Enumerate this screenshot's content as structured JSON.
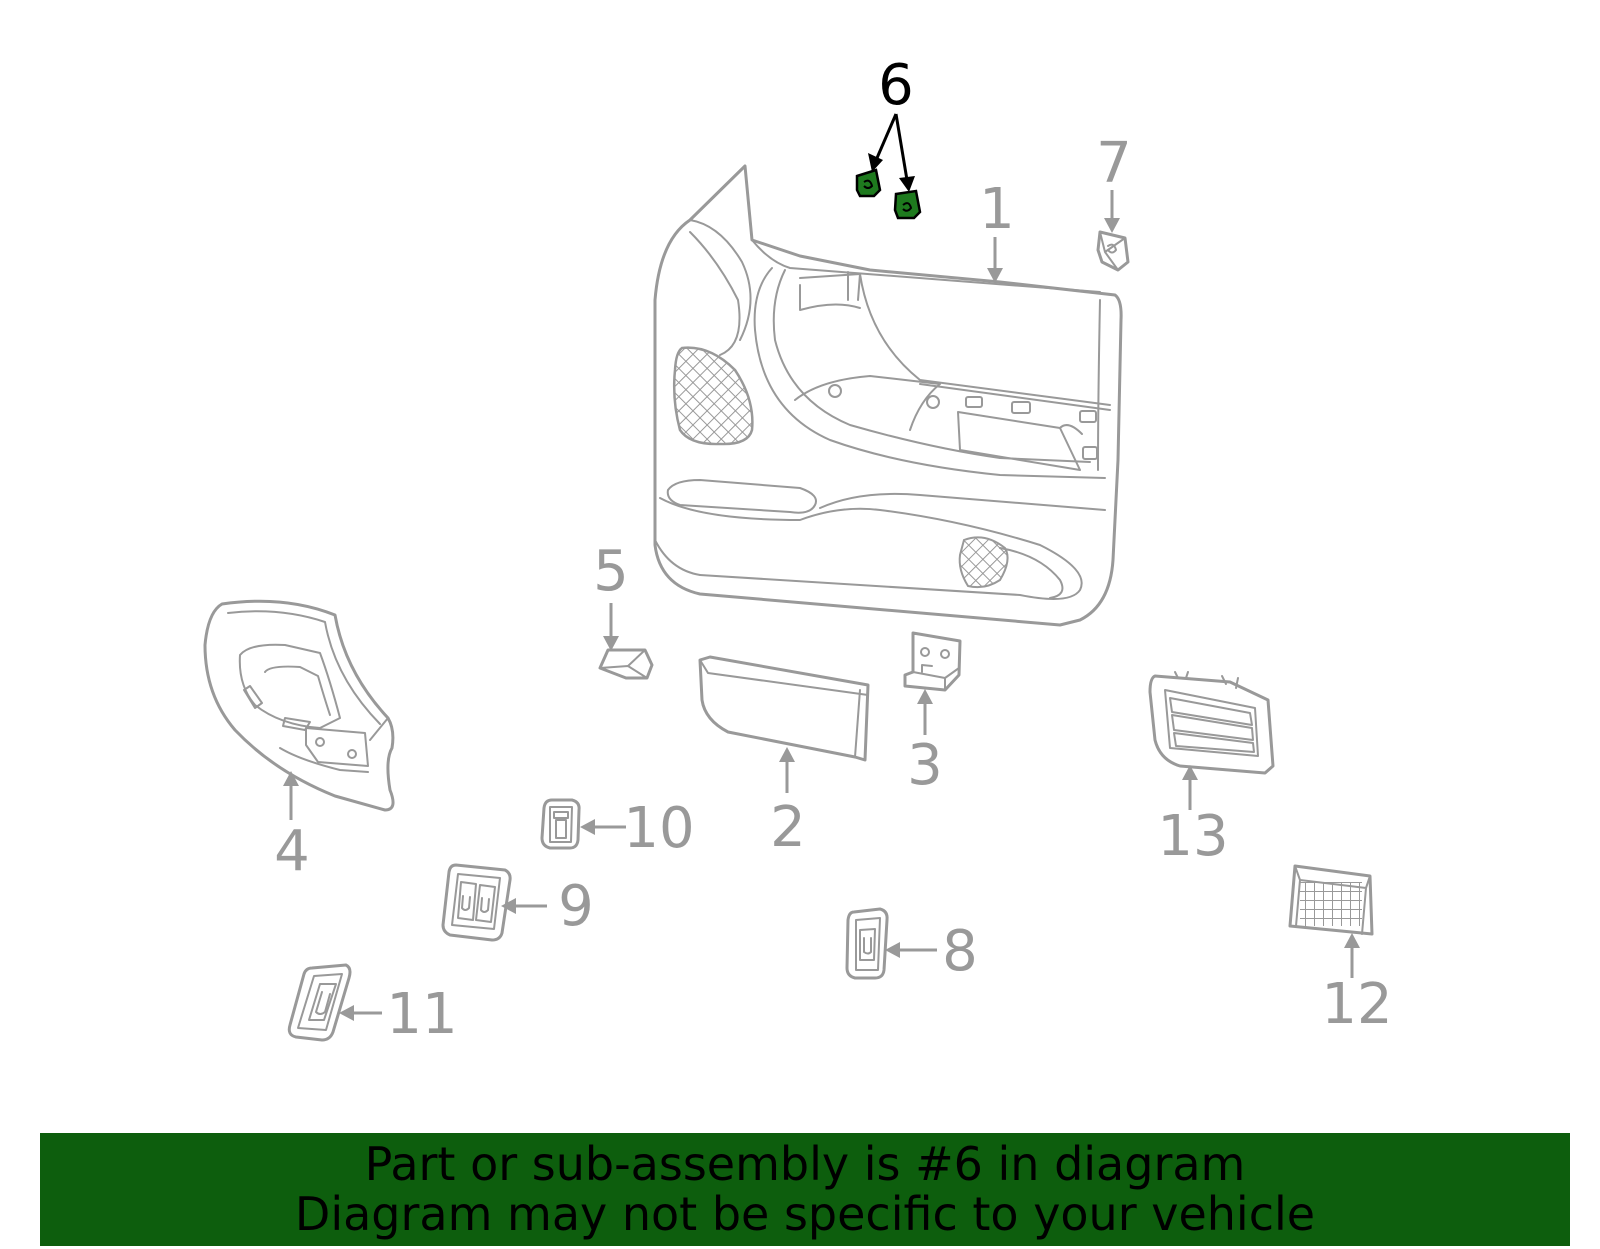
{
  "callouts": {
    "c1": "1",
    "c2": "2",
    "c3": "3",
    "c4": "4",
    "c5": "5",
    "c6": "6",
    "c7": "7",
    "c8": "8",
    "c9": "9",
    "c10": "10",
    "c11": "11",
    "c12": "12",
    "c13": "13"
  },
  "highlighted_part": "6",
  "colors": {
    "highlight_fill": "#1e7a1e",
    "banner_background": "#0d5e0d",
    "line_art": "#999999"
  },
  "banner": {
    "line1": "Part or sub-assembly is #6 in diagram",
    "line2": "Diagram may not be specific to your vehicle"
  }
}
